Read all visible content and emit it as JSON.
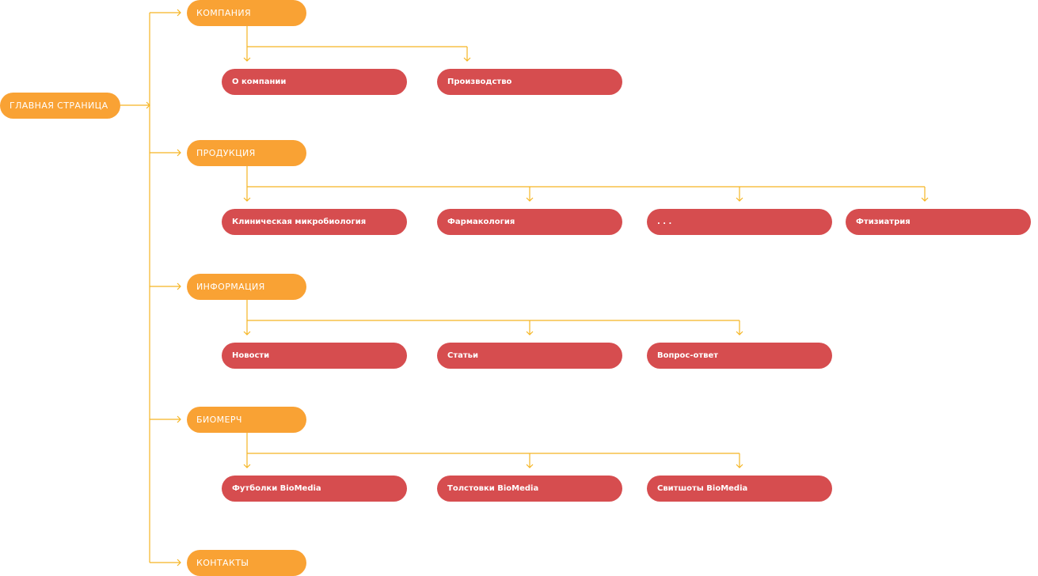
{
  "colors": {
    "line": "#f5b523",
    "section": "#f9a234",
    "page": "#d64d4f"
  },
  "root": {
    "label": "ГЛАВНАЯ СТРАНИЦА"
  },
  "sections": [
    {
      "label": "КОМПАНИЯ",
      "children": [
        "О компании",
        "Производство"
      ]
    },
    {
      "label": "ПРОДУКЦИЯ",
      "children": [
        "Клиническая микробиология",
        "Фармакология",
        ". . .",
        "Фтизиатрия"
      ]
    },
    {
      "label": "ИНФОРМАЦИЯ",
      "children": [
        "Новости",
        "Статьи",
        "Вопрос-ответ"
      ]
    },
    {
      "label": "БИОМЕРЧ",
      "children": [
        "Футболки BioMedia",
        "Толстовки BioMedia",
        "Свитшоты BioMedia"
      ]
    },
    {
      "label": "КОНТАКТЫ",
      "children": []
    }
  ]
}
